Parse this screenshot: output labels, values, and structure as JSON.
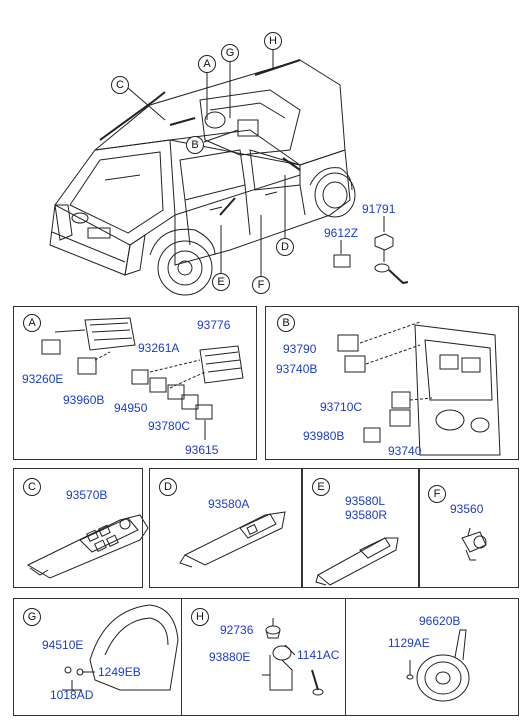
{
  "callouts": {
    "top": [
      "A",
      "B",
      "C",
      "D",
      "E",
      "F",
      "G",
      "H"
    ],
    "panels": [
      "A",
      "B",
      "C",
      "D",
      "E",
      "F",
      "G",
      "H"
    ]
  },
  "top_parts": {
    "p91791": "91791",
    "p9612Z": "9612Z"
  },
  "panel_a": {
    "p93776": "93776",
    "p93261A": "93261A",
    "p93260E": "93260E",
    "p93960B": "93960B",
    "p94950": "94950",
    "p93780C": "93780C",
    "p93615": "93615"
  },
  "panel_b": {
    "p93790": "93790",
    "p93740B": "93740B",
    "p93710C": "93710C",
    "p93980B": "93980B",
    "p93740": "93740"
  },
  "panel_c": {
    "p93570B": "93570B"
  },
  "panel_d": {
    "p93580A": "93580A"
  },
  "panel_e": {
    "p93580L": "93580L",
    "p93580R": "93580R"
  },
  "panel_f": {
    "p93560": "93560"
  },
  "panel_g": {
    "p94510E": "94510E",
    "p1249EB": "1249EB",
    "p1018AD": "1018AD"
  },
  "panel_h": {
    "p92736": "92736",
    "p93880E": "93880E",
    "p1141AC": "1141AC"
  },
  "panel_i": {
    "p96620B": "96620B",
    "p1129AE": "1129AE"
  },
  "colors": {
    "part_number": "#1a3ccf",
    "line": "#222222",
    "box": "#333333"
  }
}
